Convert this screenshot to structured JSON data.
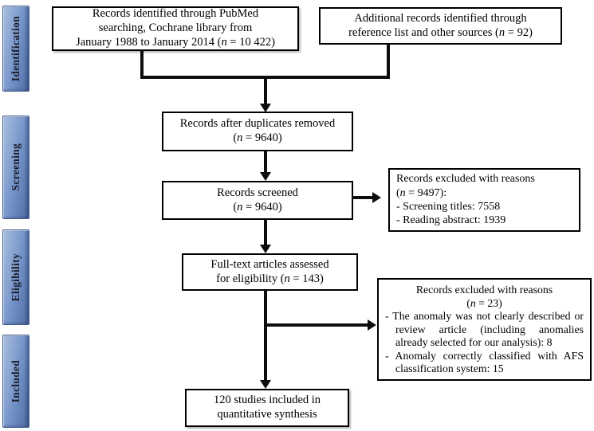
{
  "sidebar": {
    "stages": [
      {
        "label": "Identification"
      },
      {
        "label": "Screening"
      },
      {
        "label": "Eligibility"
      },
      {
        "label": "Included"
      }
    ]
  },
  "boxes": {
    "pubmed": {
      "lines": [
        "Records identified through PubMed",
        "searching, Cochrane library from",
        "January 1988 to January 2014 (n = 10 422)"
      ]
    },
    "additional": {
      "lines": [
        "Additional records identified through",
        "reference list and other sources (n = 92)"
      ]
    },
    "duplicates": {
      "lines": [
        "Records after duplicates removed",
        "(n = 9640)"
      ]
    },
    "screened": {
      "lines": [
        "Records screened",
        "(n = 9640)"
      ]
    },
    "excluded_screening": {
      "lines": [
        "Records excluded with reasons",
        "(n = 9497):",
        "- Screening titles: 7558",
        "- Reading abstract: 1939"
      ]
    },
    "fulltext": {
      "lines": [
        "Full-text articles assessed",
        "for eligibility (n = 143)"
      ]
    },
    "excluded_eligibility": {
      "header": [
        "Records excluded with reasons",
        "(n = 23)"
      ],
      "bullets": [
        "- The anomaly was not clearly described or review article (including anomalies already selected for our analysis): 8",
        "- Anomaly correctly classified with AFS classification system: 15"
      ]
    },
    "included": {
      "lines": [
        "120 studies included in",
        "quantitative synthesis"
      ]
    }
  },
  "colors": {
    "stage_bar_light": "#aabfe0",
    "stage_bar_mid": "#7191c6",
    "stage_bar_dark": "#4f6ba3",
    "stage_bar_border": "#44608f",
    "stage_label_text": "#1c1c28",
    "connector": "#0d0d0d",
    "box_border": "#000000"
  }
}
